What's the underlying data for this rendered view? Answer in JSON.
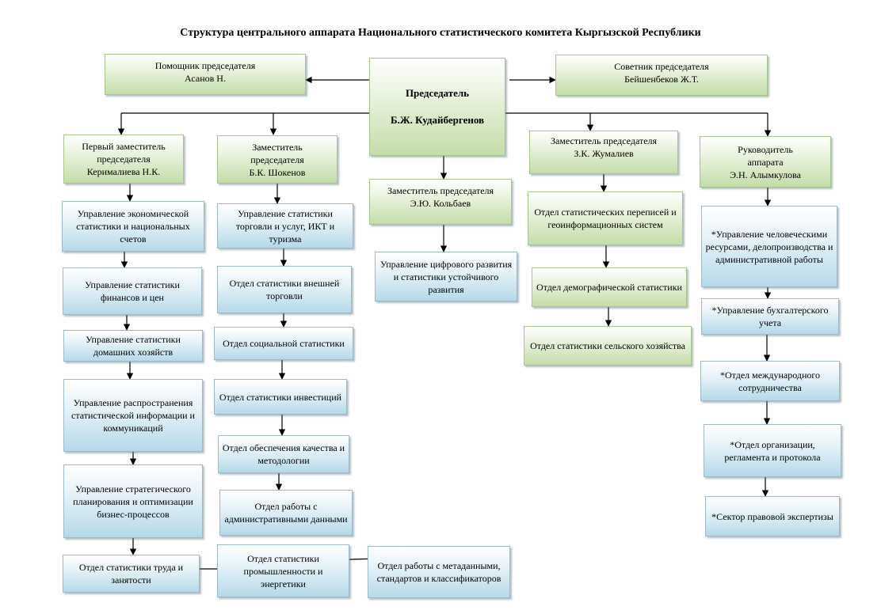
{
  "title": "Структура центрального аппарата Национального статистического комитета Кыргызской Республики",
  "chairman": "Председатель\nБ.Ж. Кудайбергенов",
  "assistant": "Помощник председателя\nАсанов Н.",
  "advisor": "Советник председателя\nБейшенбеков Ж.Т.",
  "deputies": [
    "Первый заместитель\nпредседателя\nКерималиева Н.К.",
    "Заместитель\nпредседателя\nБ.К. Шокенов",
    "Заместитель председателя\nЭ.Ю. Кольбаев",
    "Заместитель председателя\nЗ.К. Жумалиев",
    "Руководитель\nаппарата\nЭ.Н. Алымкулова"
  ],
  "col1": [
    "Управление экономической статистики и национальных счетов",
    "Управление статистики финансов и цен",
    "Управление статистики домашних хозяйств",
    "Управление распространения статистической информации и коммуникаций",
    "Управление стратегического планирования и оптимизации бизнес-процессов",
    "Отдел статистики труда и занятости"
  ],
  "col2": [
    "Управление статистики торговли и услуг, ИКТ и туризма",
    "Отдел статистики внешней торговли",
    "Отдел социальной статистики",
    "Отдел статистики инвестиций",
    "Отдел обеспечения качества и методологии",
    "Отдел работы с административными данными",
    "Отдел статистики промышленности и энергетики"
  ],
  "col3": [
    "Управление цифрового развития и статистики устойчивого развития",
    "Отдел работы с метаданными, стандартов и классификаторов"
  ],
  "col4": [
    "Отдел статистических переписей и геоинформационных систем",
    "Отдел демографической статистики",
    "Отдел статистики сельского хозяйства"
  ],
  "col5": [
    "*Управление человеческими ресурсами, делопроизводства и административной работы",
    "*Управление бухгалтерского учета",
    "*Отдел международного сотрудничества",
    "*Отдел организации, регламента и протокола",
    "*Сектор правовой экспертизы"
  ]
}
